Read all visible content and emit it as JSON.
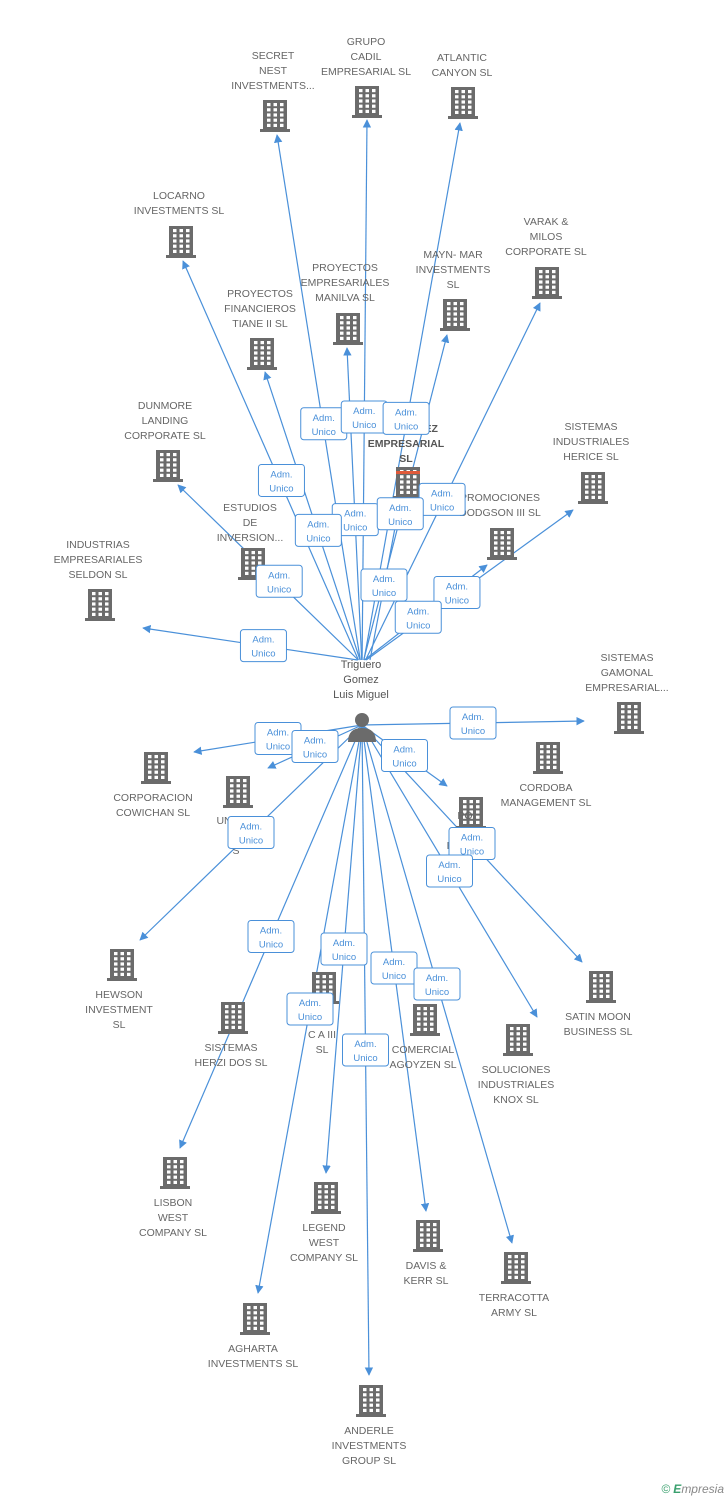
{
  "diagram": {
    "person": {
      "name_lines": [
        "Triguero",
        "Gomez",
        "Luis Miguel"
      ]
    },
    "relation_label_lines": [
      "Adm.",
      "Unico"
    ],
    "center_company": {
      "lines": [
        "MONTALVEZ",
        "EMPRESARIAL",
        "SL"
      ],
      "accent_color": "#e05a3a"
    },
    "companies": [
      {
        "id": "secret-nest",
        "lines": [
          "SECRET",
          "NEST",
          "INVESTMENTS..."
        ]
      },
      {
        "id": "grupo-cadil",
        "lines": [
          "GRUPO",
          "CADIL",
          "EMPRESARIAL SL"
        ]
      },
      {
        "id": "atlantic-canyon",
        "lines": [
          "ATLANTIC",
          "CANYON SL"
        ]
      },
      {
        "id": "locarno",
        "lines": [
          "LOCARNO",
          "INVESTMENTS SL"
        ]
      },
      {
        "id": "varak-milos",
        "lines": [
          "VARAK &",
          "MILOS",
          "CORPORATE SL"
        ]
      },
      {
        "id": "proyectos-manilva",
        "lines": [
          "PROYECTOS",
          "EMPRESARIALES",
          "MANILVA SL"
        ]
      },
      {
        "id": "mayn-mar",
        "lines": [
          "MAYN- MAR",
          "INVESTMENTS",
          "SL"
        ]
      },
      {
        "id": "proyectos-tiane",
        "lines": [
          "PROYECTOS",
          "FINANCIEROS",
          "TIANE II  SL"
        ]
      },
      {
        "id": "dunmore",
        "lines": [
          "DUNMORE",
          "LANDING",
          "CORPORATE SL"
        ]
      },
      {
        "id": "sistemas-herice",
        "lines": [
          "SISTEMAS",
          "INDUSTRIALES",
          "HERICE  SL"
        ]
      },
      {
        "id": "promociones-dodgson",
        "lines": [
          "PROMOCIONES",
          "DODGSON III SL"
        ]
      },
      {
        "id": "estudios",
        "lines": [
          "ESTUDIOS",
          "DE",
          "INVERSION..."
        ]
      },
      {
        "id": "industrias-seldon",
        "lines": [
          "INDUSTRIAS",
          "EMPRESARIALES",
          "SELDON SL"
        ]
      },
      {
        "id": "sistemas-gamonal",
        "lines": [
          "SISTEMAS",
          "GAMONAL",
          "EMPRESARIAL..."
        ]
      },
      {
        "id": "cordoba",
        "lines": [
          "CORDOBA",
          "MANAGEMENT SL"
        ]
      },
      {
        "id": "corporacion-cowichan",
        "lines": [
          "CORPORACION",
          "COWICHAN SL"
        ]
      },
      {
        "id": "united",
        "lines": [
          "UNITED",
          "C",
          "S"
        ]
      },
      {
        "id": "po-progress",
        "lines": [
          "PO",
          "PRO",
          "ESS  SL"
        ]
      },
      {
        "id": "hewson",
        "lines": [
          "HEWSON",
          "INVESTMENT",
          "SL"
        ]
      },
      {
        "id": "satin-moon",
        "lines": [
          "SATIN MOON",
          "BUSINESS SL"
        ]
      },
      {
        "id": "sistemas-herzi",
        "lines": [
          "SISTEMAS",
          "HERZI DOS SL"
        ]
      },
      {
        "id": "os-iii",
        "lines": [
          "OS",
          "C        A III",
          "SL"
        ]
      },
      {
        "id": "comercial-agoyzen",
        "lines": [
          "COMERCIAL",
          "AGOYZEN SL"
        ]
      },
      {
        "id": "soluciones-knox",
        "lines": [
          "SOLUCIONES",
          "INDUSTRIALES",
          "KNOX SL"
        ]
      },
      {
        "id": "lisbon-west",
        "lines": [
          "LISBON",
          "WEST",
          "COMPANY  SL"
        ]
      },
      {
        "id": "legend-west",
        "lines": [
          "LEGEND",
          "WEST",
          "COMPANY SL"
        ]
      },
      {
        "id": "davis-kerr",
        "lines": [
          "DAVIS &",
          "KERR SL"
        ]
      },
      {
        "id": "terracotta",
        "lines": [
          "TERRACOTTA",
          "ARMY  SL"
        ]
      },
      {
        "id": "agharta",
        "lines": [
          "AGHARTA",
          "INVESTMENTS SL"
        ]
      },
      {
        "id": "anderle",
        "lines": [
          "ANDERLE",
          "INVESTMENTS",
          "GROUP SL"
        ]
      }
    ]
  },
  "footer": {
    "copyright_symbol": "©",
    "brand_first": "E",
    "brand_rest": "mpresia"
  },
  "colors": {
    "edge": "#4a90d9",
    "icon": "#6b6b6b",
    "label": "#666666",
    "accent": "#e05a3a"
  }
}
